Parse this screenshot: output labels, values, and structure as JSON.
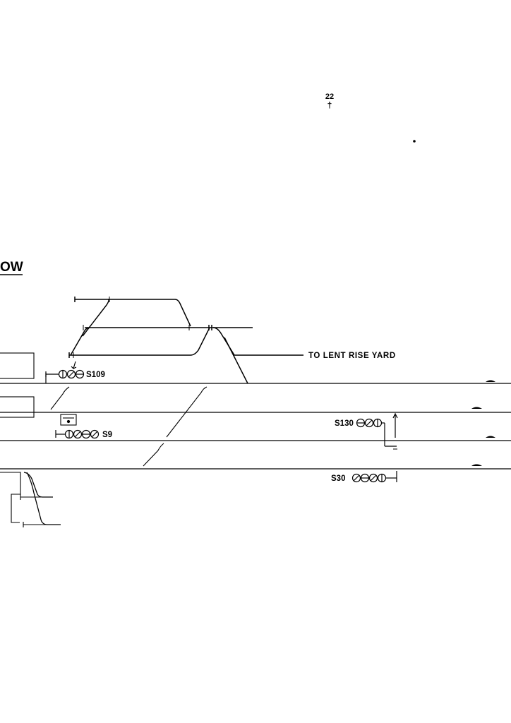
{
  "page": {
    "number_top": "22",
    "number_mark": "†",
    "title_fragment": "OW"
  },
  "destinations": {
    "yard": "TO LENT RISE YARD"
  },
  "signals": {
    "s109": "S109",
    "s9": "S9",
    "s130": "S130",
    "s30": "S30"
  },
  "colors": {
    "ink": "#000000",
    "paper": "#ffffff"
  }
}
